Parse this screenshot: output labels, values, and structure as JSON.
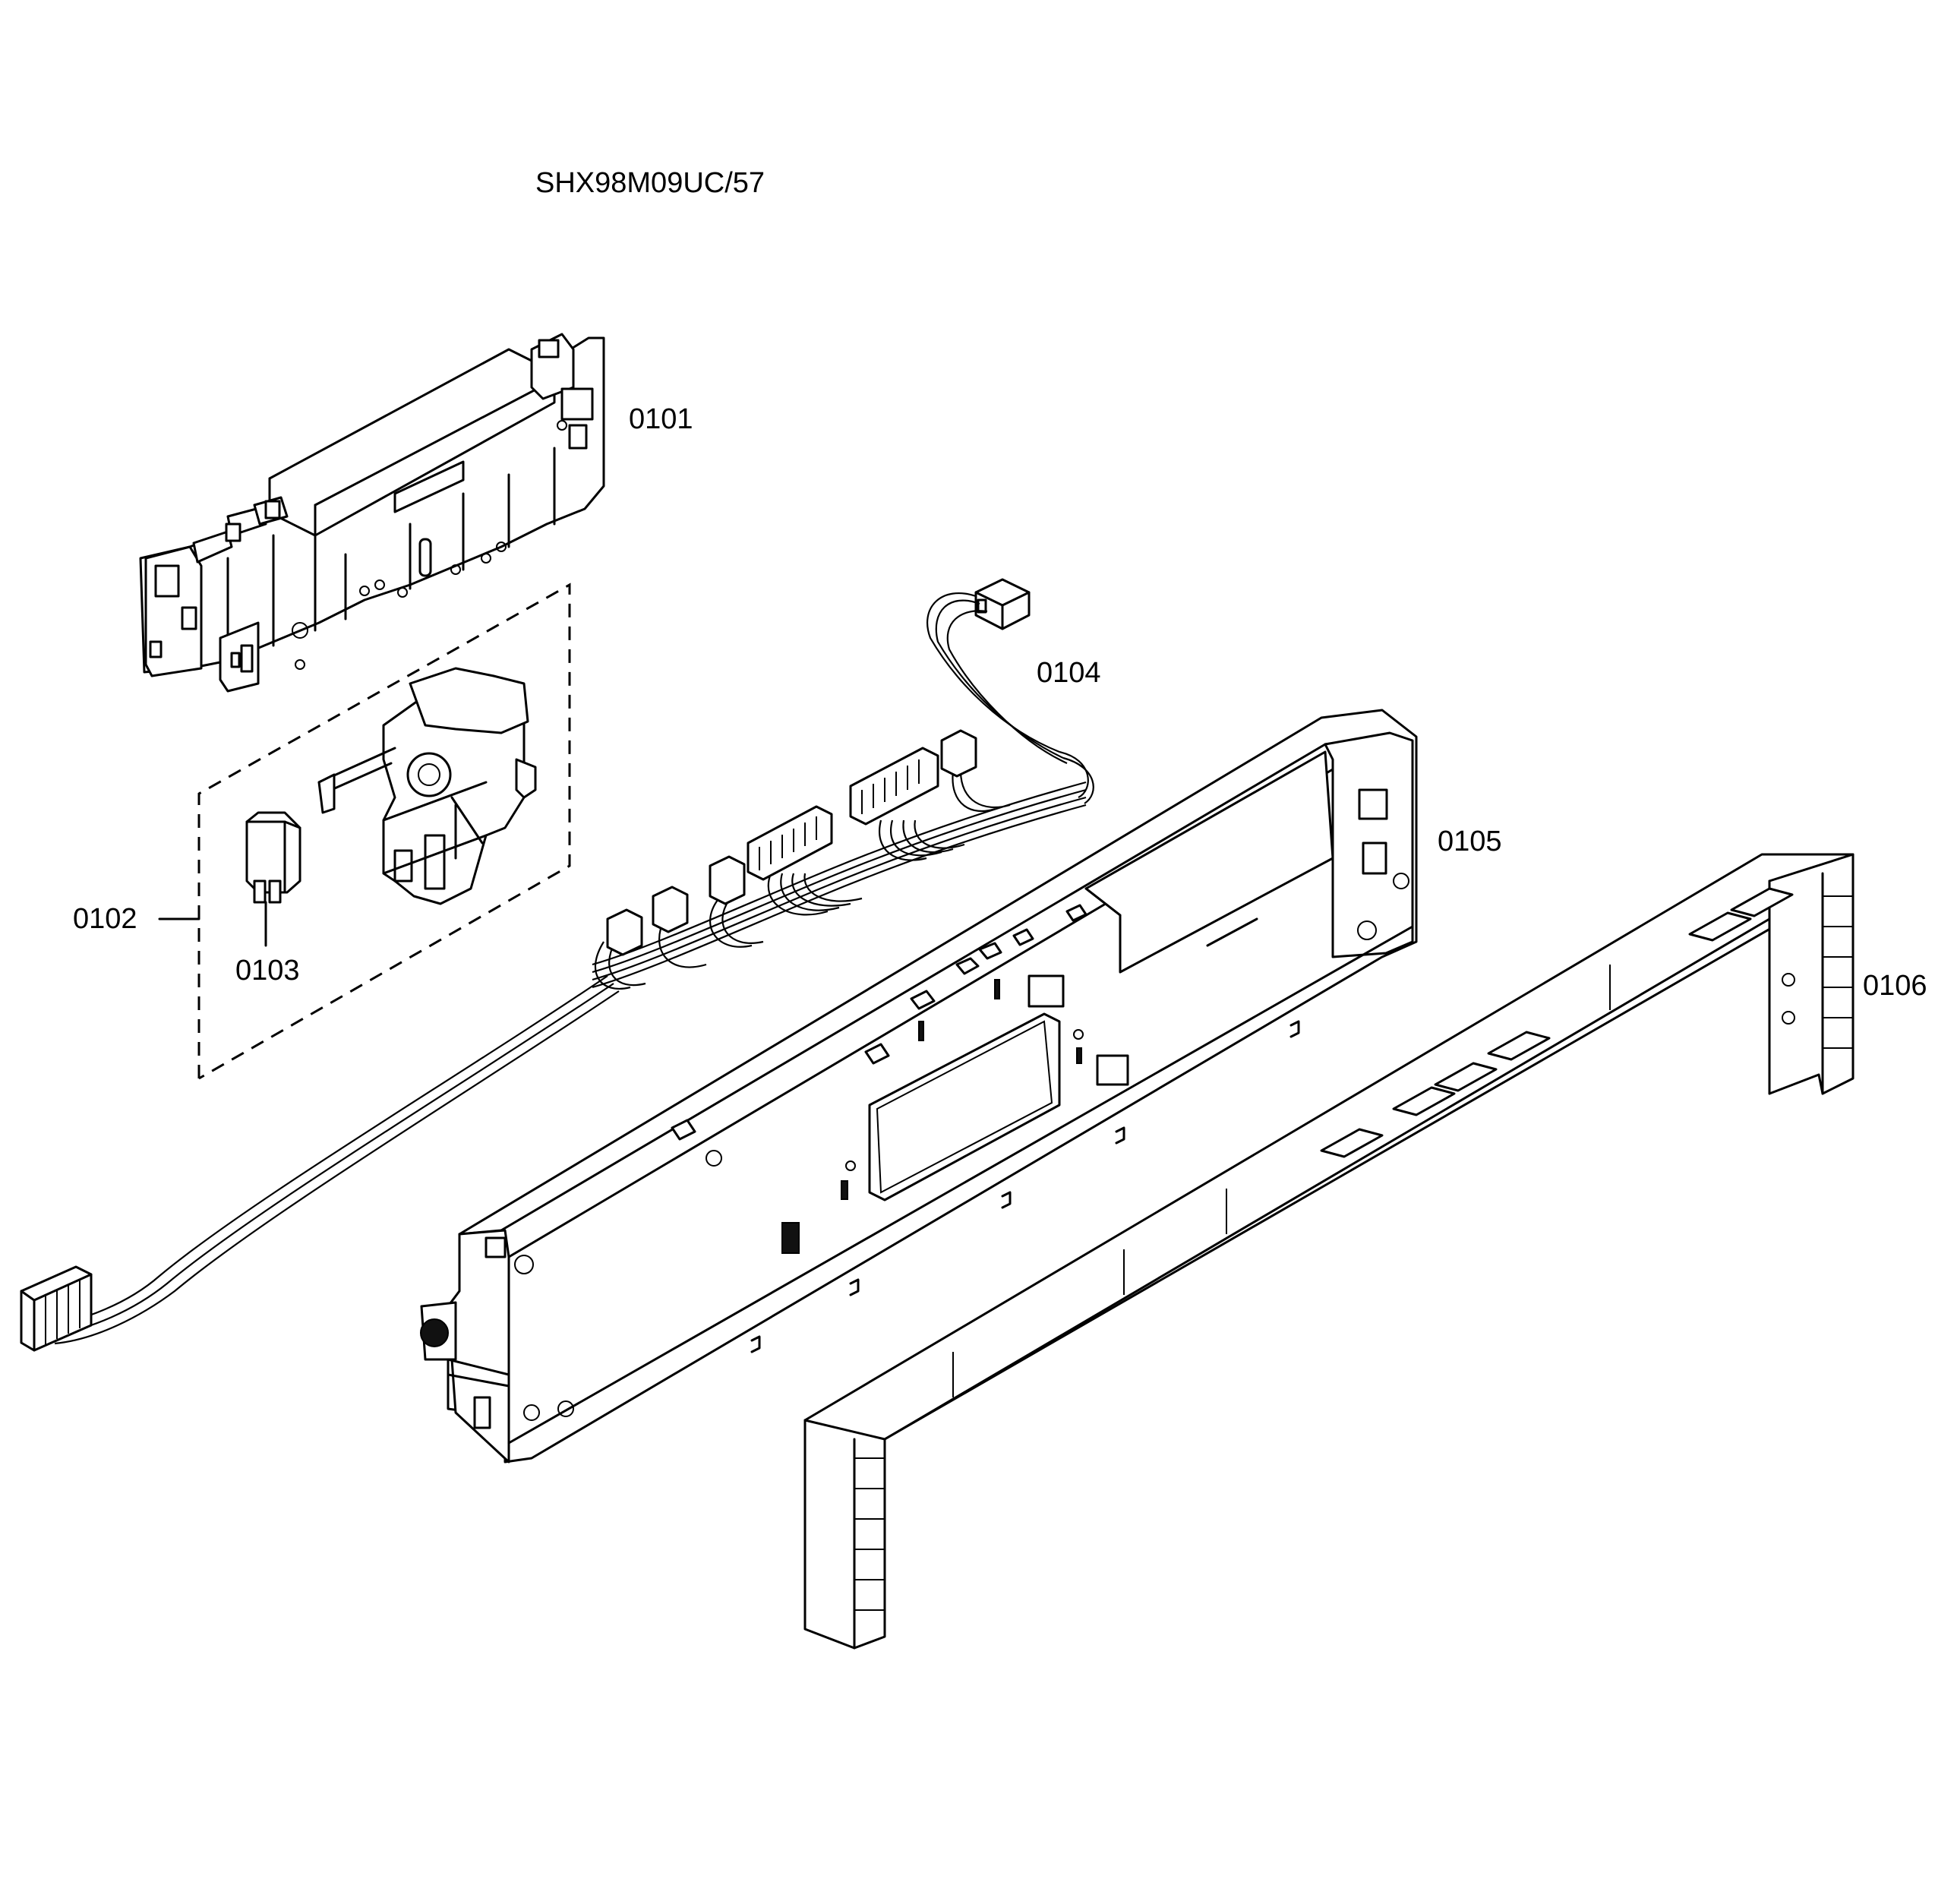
{
  "title": "SHX98M09UC/57",
  "parts": [
    {
      "id": "p0101",
      "label": "0101"
    },
    {
      "id": "p0102",
      "label": "0102"
    },
    {
      "id": "p0103",
      "label": "0103"
    },
    {
      "id": "p0104",
      "label": "0104"
    },
    {
      "id": "p0105",
      "label": "0105"
    },
    {
      "id": "p0106",
      "label": "0106"
    }
  ]
}
